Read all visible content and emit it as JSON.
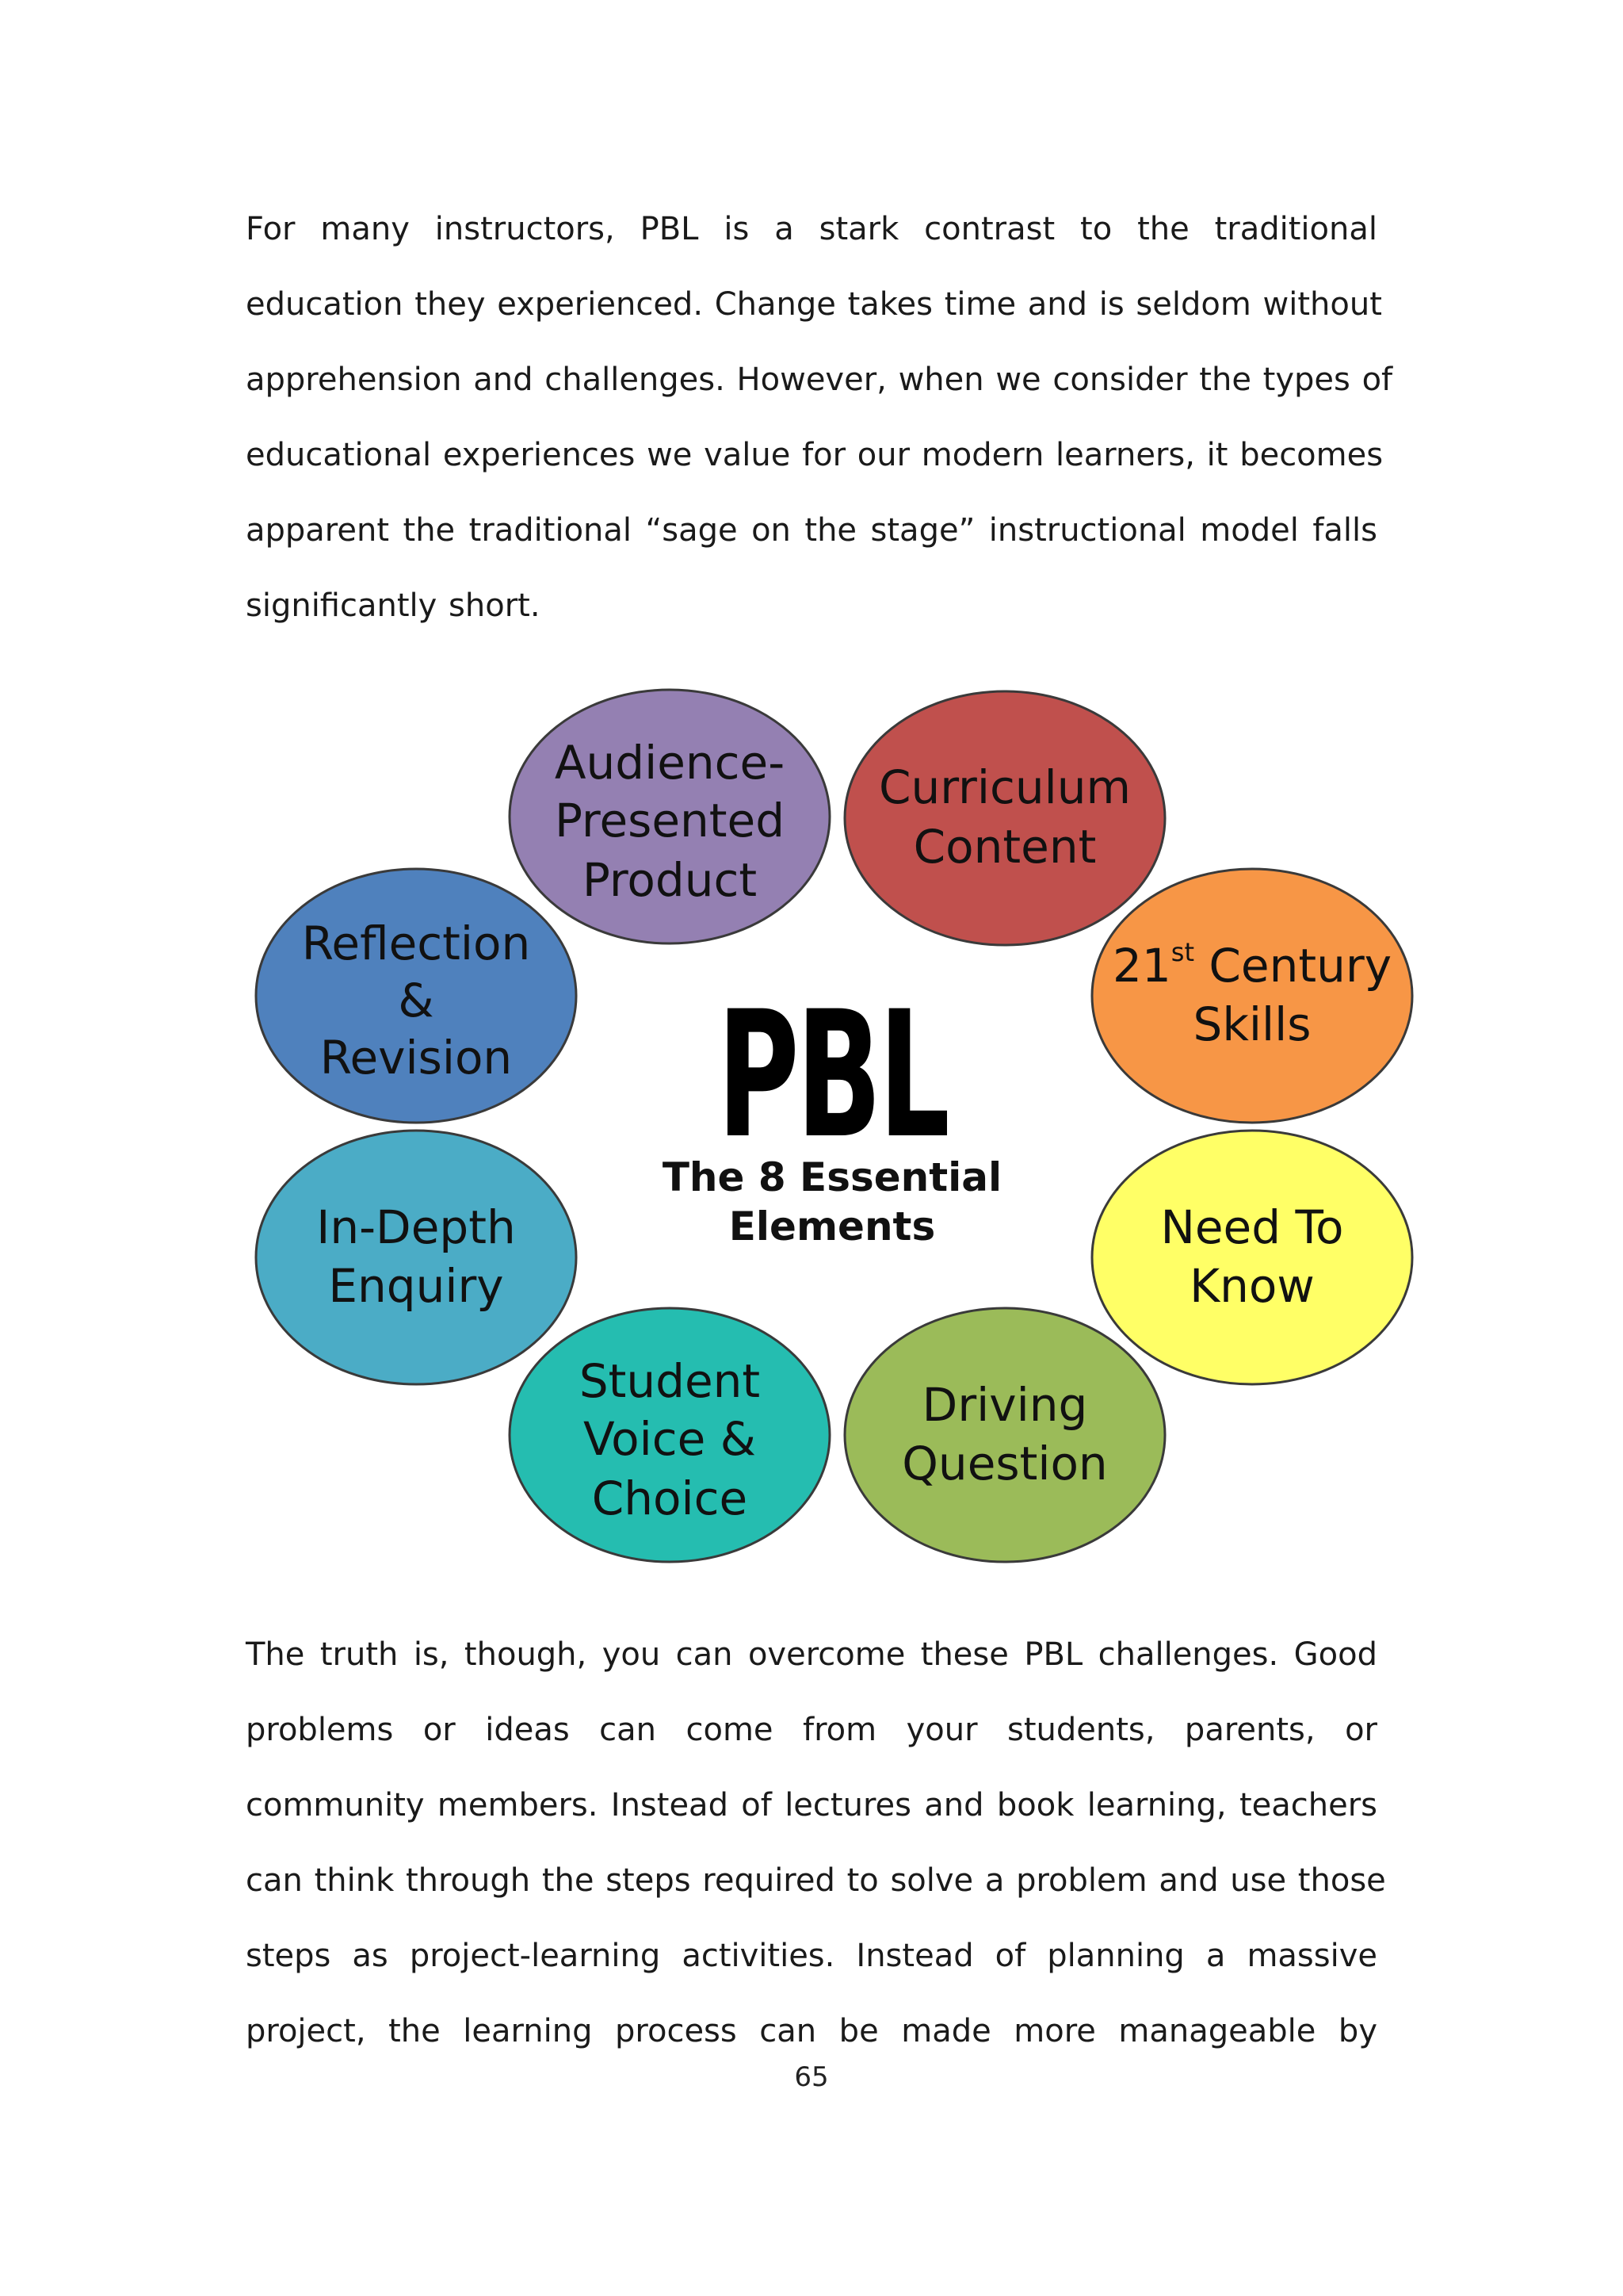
{
  "paragraphs": {
    "first": [
      "For many instructors, PBL is a stark contrast to the traditional",
      "education they experienced. Change takes time and is seldom without",
      "apprehension and challenges. However, when we consider the types of",
      "educational experiences we value for our modern learners, it becomes",
      "apparent the traditional “sage on the stage” instructional model falls",
      "significantly short."
    ],
    "second": [
      "The truth is, though, you can overcome these PBL challenges. Good",
      "problems or ideas can come from your students, parents, or",
      "community members. Instead of lectures and book learning, teachers",
      "can think through the steps required to solve a problem and use those",
      "steps as project-learning activities. Instead of planning a massive",
      "project, the learning process can be made more manageable by"
    ]
  },
  "diagram": {
    "center_title": "PBL",
    "center_subtitle_line1": "The 8 Essential",
    "center_subtitle_line2": "Elements",
    "elements": [
      {
        "id": "audience",
        "lines": [
          "Audience-",
          "Presented",
          "Product"
        ],
        "color": "#9480b2"
      },
      {
        "id": "curriculum",
        "lines": [
          "Curriculum",
          "Content"
        ],
        "color": "#c0504d"
      },
      {
        "id": "skills",
        "lines": [
          "21",
          "st",
          " Century",
          "Skills"
        ],
        "color": "#f79646"
      },
      {
        "id": "need",
        "lines": [
          "Need To",
          "Know"
        ],
        "color": "#ffff66"
      },
      {
        "id": "driving",
        "lines": [
          "Driving",
          "Question"
        ],
        "color": "#9bbb59"
      },
      {
        "id": "voice",
        "lines": [
          "Student",
          "Voice &",
          "Choice"
        ],
        "color": "#25bdb0"
      },
      {
        "id": "enquiry",
        "lines": [
          "In-Depth",
          "Enquiry"
        ],
        "color": "#4bacc6"
      },
      {
        "id": "reflection",
        "lines": [
          "Reflection",
          "&",
          "Revision"
        ],
        "color": "#4f81bd"
      }
    ]
  },
  "page_number": "65"
}
